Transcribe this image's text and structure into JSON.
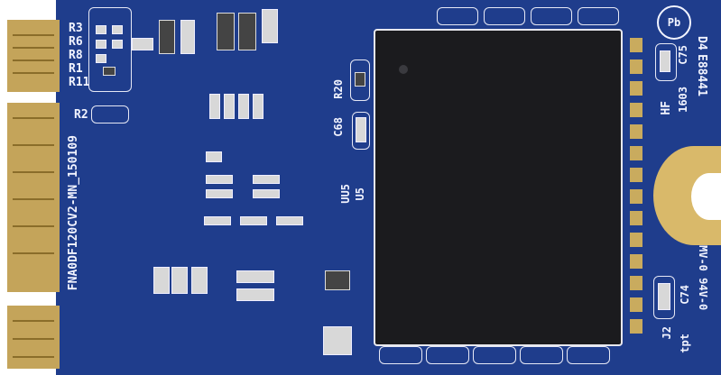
{
  "image": {
    "subject": "M.2 SSD printed circuit board (blue PCB with gold edge connector)",
    "silkscreen": {
      "resistors_top_left": [
        "R3",
        "R6",
        "R8",
        "R1",
        "R11"
      ],
      "resistor_r2": "R2",
      "board_part_number": "FNA0DF120CV2-MN_150109",
      "u5_labels": [
        "UU5",
        "U5"
      ],
      "r20": "R20",
      "c68": "C68",
      "c75": "C75",
      "d4": "D4",
      "e_code": "E88441",
      "hf": "HF",
      "date_code": "1603",
      "pb_free_mark": "Pb",
      "c74": "C74",
      "j2": "J2",
      "tpt": "tpt",
      "flammability": "MV-0 94V-0"
    },
    "colors": {
      "pcb_blue": "#1f3d8c",
      "gold_contacts": "#c4a45a",
      "controller_chip": "#1b1b1e",
      "silkscreen_white": "#f2f4ff"
    }
  }
}
